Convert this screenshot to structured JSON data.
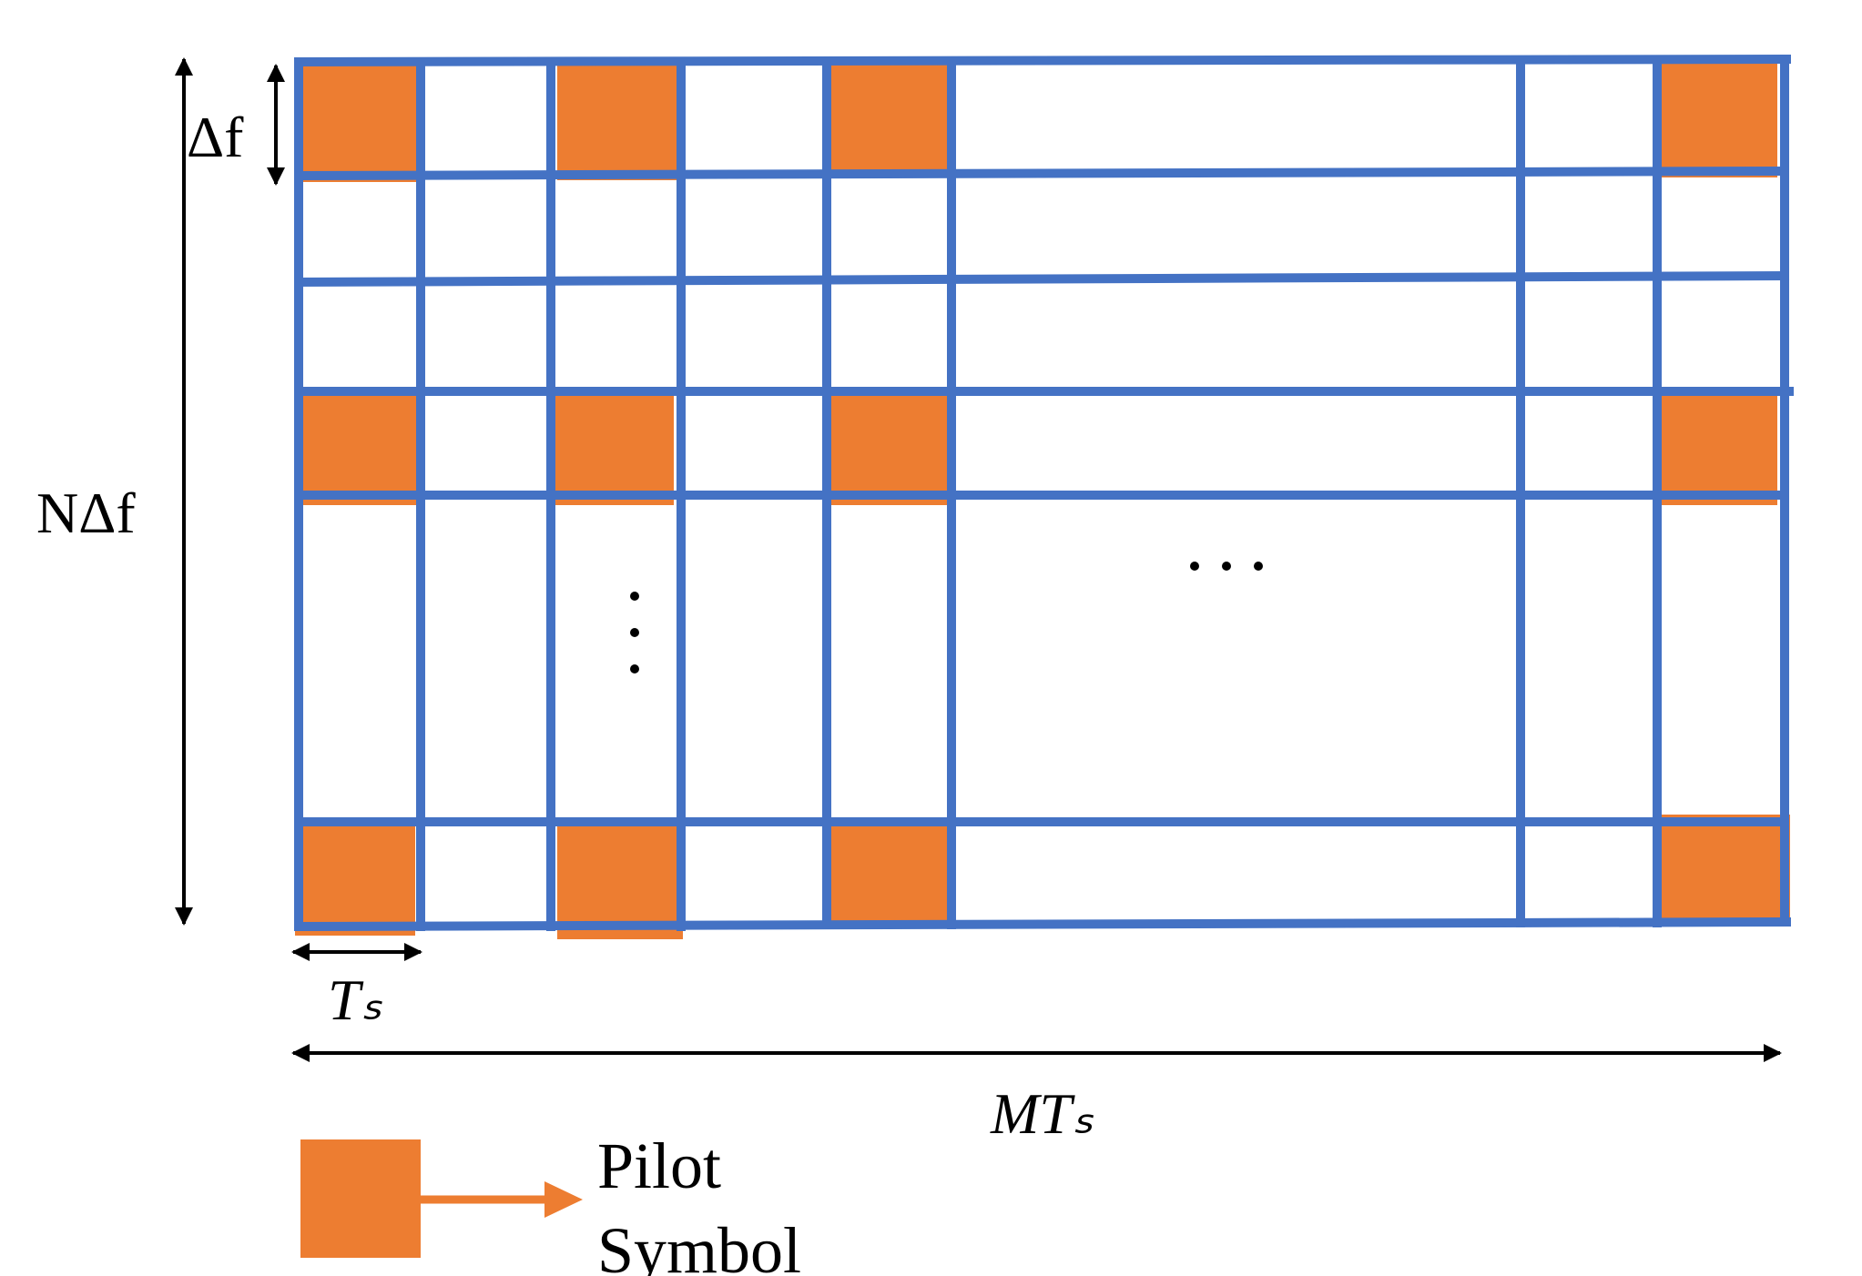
{
  "labels": {
    "delta_f": "Δf",
    "n_delta_f": "NΔf",
    "ts": "Tₛ",
    "mts": "MTₛ",
    "dots_horizontal": "· · ·",
    "dots_vertical": "⋮"
  },
  "legend": {
    "line1": "Pilot",
    "line2": "Symbol"
  },
  "colors": {
    "grid": "#4472C4",
    "pilot": "#ED7D31",
    "arrow": "#000000",
    "legend_arrow": "#ED7D31"
  }
}
